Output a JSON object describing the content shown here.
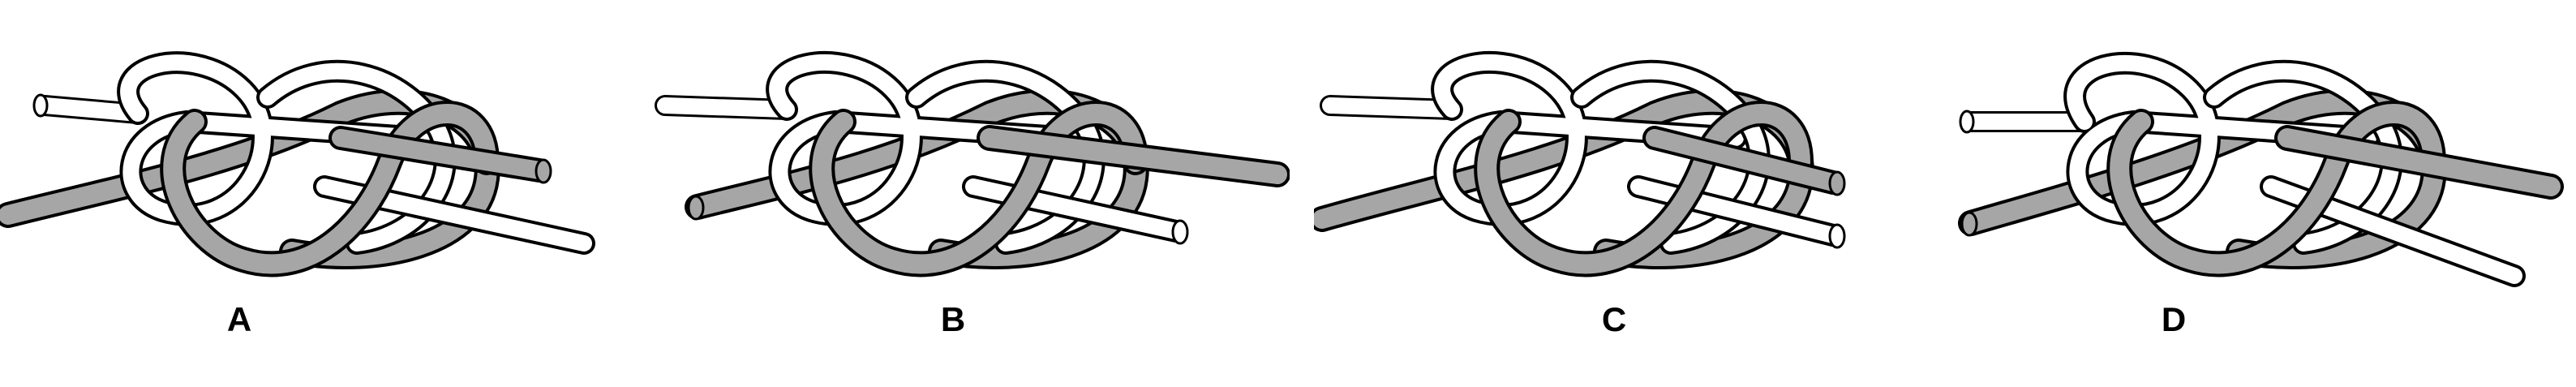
{
  "figure": {
    "panels": [
      {
        "id": "A",
        "label": "A"
      },
      {
        "id": "B",
        "label": "B"
      },
      {
        "id": "C",
        "label": "C"
      },
      {
        "id": "D",
        "label": "D"
      }
    ],
    "colors": {
      "rope_white": "#ffffff",
      "rope_gray": "#a6a6a6",
      "outline": "#000000",
      "background": "#ffffff"
    }
  }
}
